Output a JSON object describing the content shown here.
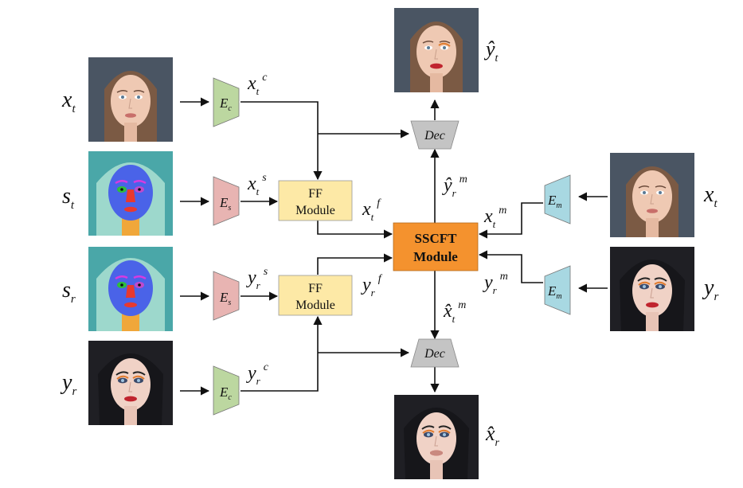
{
  "colors": {
    "encoder_content": "#bcd7a0",
    "encoder_semantic": "#e8b4b2",
    "encoder_makeup": "#a8d8e2",
    "ff_module": "#fde9a6",
    "sscft_module": "#f4922e",
    "decoder": "#c4c4c4",
    "face_photo_bg": "#4a5563",
    "face_skin": "#efc9b3",
    "face_hair": "#7b5a44",
    "parsing_face": "#4a63e8",
    "parsing_hair": "#9dd8cc",
    "parsing_neck": "#f0a73a"
  },
  "inputs_left": {
    "x_t": {
      "base": "x",
      "sub": "t"
    },
    "s_t": {
      "base": "s",
      "sub": "t"
    },
    "s_r": {
      "base": "s",
      "sub": "r"
    },
    "y_r": {
      "base": "y",
      "sub": "r"
    }
  },
  "inputs_right": {
    "x_t": {
      "base": "x",
      "sub": "t"
    },
    "y_r": {
      "base": "y",
      "sub": "r"
    }
  },
  "encoders": {
    "ec_top": {
      "base": "E",
      "sub": "c"
    },
    "es_top": {
      "base": "E",
      "sub": "s"
    },
    "es_bottom": {
      "base": "E",
      "sub": "s"
    },
    "ec_bottom": {
      "base": "E",
      "sub": "c"
    },
    "em_top": {
      "base": "E",
      "sub": "m"
    },
    "em_bottom": {
      "base": "E",
      "sub": "m"
    }
  },
  "features": {
    "xt_c": {
      "base": "x",
      "sub": "t",
      "sup": "c"
    },
    "xt_s": {
      "base": "x",
      "sub": "t",
      "sup": "s"
    },
    "yr_s": {
      "base": "y",
      "sub": "r",
      "sup": "s"
    },
    "yr_c": {
      "base": "y",
      "sub": "r",
      "sup": "c"
    },
    "xt_f": {
      "base": "x",
      "sub": "t",
      "sup": "f"
    },
    "yr_f": {
      "base": "y",
      "sub": "r",
      "sup": "f"
    },
    "xt_m": {
      "base": "x",
      "sub": "t",
      "sup": "m"
    },
    "yr_m": {
      "base": "y",
      "sub": "r",
      "sup": "m"
    },
    "yhat_r_m": {
      "base": "ŷ",
      "sub": "r",
      "sup": "m"
    },
    "xhat_t_m": {
      "base": "x̂",
      "sub": "t",
      "sup": "m"
    }
  },
  "modules": {
    "ff_line1": "FF",
    "ff_line2": "Module",
    "sscft_line1": "SSCFT",
    "sscft_line2": "Module",
    "dec": "Dec"
  },
  "outputs": {
    "y_hat_t": {
      "base": "ŷ",
      "sub": "t"
    },
    "x_hat_r": {
      "base": "x̂",
      "sub": "r"
    }
  }
}
